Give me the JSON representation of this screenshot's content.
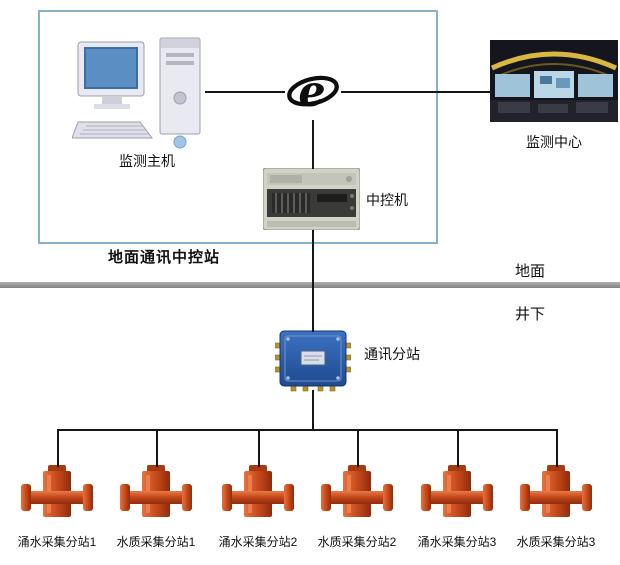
{
  "diagram": {
    "ground_station_label": "地面通讯中控站",
    "host_label": "监测主机",
    "center_label": "监测中心",
    "control_machine_label": "中控机",
    "substation_label": "通讯分站",
    "surface_label": "地面",
    "underground_label": "井下",
    "stations": [
      {
        "label": "涌水采集分站1"
      },
      {
        "label": "水质采集分站1"
      },
      {
        "label": "涌水采集分站2"
      },
      {
        "label": "水质采集分站2"
      },
      {
        "label": "涌水采集分站3"
      },
      {
        "label": "水质采集分站3"
      }
    ],
    "colors": {
      "frame_blue": "#85b2c8",
      "device_orange": "#c2461a",
      "junction_blue": "#2b5fae",
      "divider_gray": "#8f8f8f",
      "line_black": "#161616"
    }
  }
}
